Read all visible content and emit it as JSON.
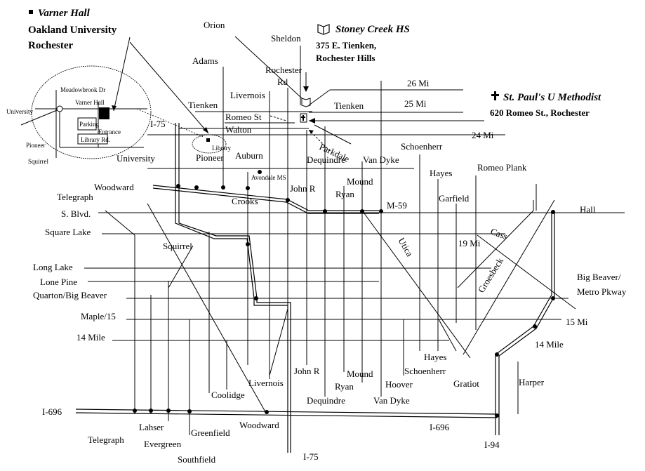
{
  "legend": {
    "varner_title": "Varner Hall",
    "varner_line2": "Oakland University",
    "varner_line3": "Rochester",
    "stoney_title": "Stoney Creek HS",
    "stoney_addr1": "375 E. Tienken,",
    "stoney_addr2": "Rochester Hills",
    "stpauls_title": "St. Paul's U Methodist",
    "stpauls_addr": "620 Romeo St., Rochester"
  },
  "inset": {
    "meadowbrook": "Meadowbrook Dr",
    "varner_hall": "Varner Hall",
    "university": "University",
    "parking": "Parking",
    "entrance": "Entrance",
    "library_rd": "Library Rd.",
    "pioneer": "Pioneer",
    "squirrel": "Squirrel",
    "library": "Library",
    "pioneer2": "Pioneer"
  },
  "labels": {
    "orion": "Orion",
    "sheldon": "Sheldon",
    "adams": "Adams",
    "rochester_rd_1": "Rochester",
    "rochester_rd_2": "Rd",
    "livernois_n": "Livernois",
    "tienken_w": "Tienken",
    "tienken_e": "Tienken",
    "mile26": "26 Mi",
    "mile25": "25 Mi",
    "mile24": "24 Mi",
    "romeo_st": "Romeo St",
    "walton": "Walton",
    "i75_n": "I-75",
    "parkdale": "Parkdale",
    "university": "University",
    "auburn": "Auburn",
    "dequindre_n": "Dequindre",
    "van_dyke_n": "Van Dyke",
    "schoenherr_n": "Schoenherr",
    "hayes_n": "Hayes",
    "romeo_plank": "Romeo Plank",
    "avondale": "Avondale MS",
    "john_r_n": "John R",
    "mound_n": "Mound",
    "ryan_n": "Ryan",
    "woodward_n": "Woodward",
    "telegraph_n": "Telegraph",
    "garfield": "Garfield",
    "m59": "M-59",
    "hall": "Hall",
    "crooks": "Crooks",
    "s_blvd": "S. Blvd.",
    "square_lake": "Square Lake",
    "cass": "Cass",
    "mile19": "19 Mi",
    "utica": "Utica",
    "squirrel": "Squirrel",
    "long_lake": "Long Lake",
    "groesbeck": "Groesbeck",
    "lone_pine": "Lone Pine",
    "big_beaver_1": "Big Beaver/",
    "big_beaver_2": "Metro Pkway",
    "quarton": "Quarton/Big  Beaver",
    "maple": "Maple/15",
    "mile15": "15 Mi",
    "mile14_w": "14 Mile",
    "mile14_e": "14 Mile",
    "hayes_s": "Hayes",
    "john_r_s": "John R",
    "schoenherr_s": "Schoenherr",
    "gratiot": "Gratiot",
    "mound_s": "Mound",
    "livernois_s": "Livernois",
    "harper": "Harper",
    "ryan_s": "Ryan",
    "hoover": "Hoover",
    "coolidge": "Coolidge",
    "dequindre_s": "Dequindre",
    "van_dyke_s": "Van Dyke",
    "i696_w": "I-696",
    "i696_e": "I-696",
    "woodward_s": "Woodward",
    "lahser": "Lahser",
    "greenfield": "Greenfield",
    "telegraph_s": "Telegraph",
    "evergreen": "Evergreen",
    "i94": "I-94",
    "southfield": "Southfield",
    "i75_s": "I-75"
  }
}
